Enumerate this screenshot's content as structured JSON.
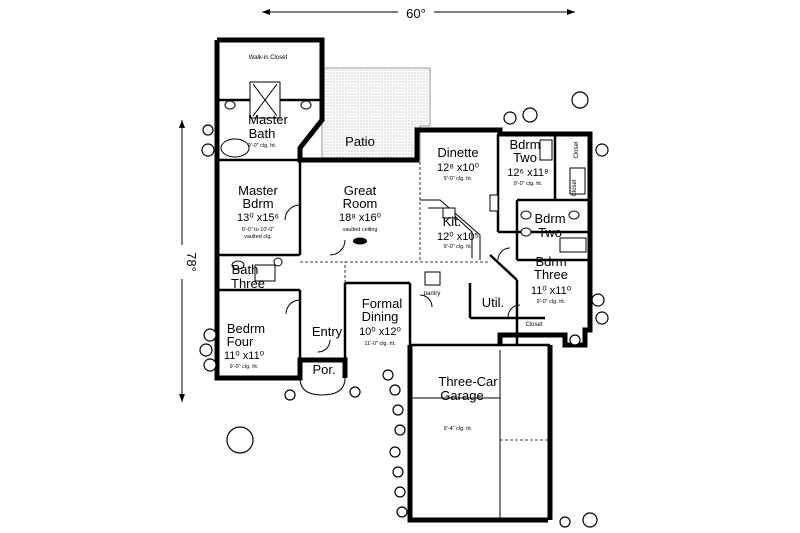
{
  "dimensions": {
    "width_label": "60°",
    "depth_label": "78°"
  },
  "rooms": {
    "walkin_closet": {
      "name": "Walk-in Closet"
    },
    "master_bath": {
      "name1": "Master",
      "name2": "Bath",
      "note": "9'-0\" clg. ht."
    },
    "patio": {
      "name": "Patio"
    },
    "dinette": {
      "name": "Dinette",
      "dims": "12⁸ x10⁰",
      "note": "9'-0\" clg. ht."
    },
    "bdrm_two": {
      "name1": "Bdrm",
      "name2": "Two",
      "dims": "12⁶ x11⁸",
      "note": "9'-0\" clg. ht."
    },
    "master_bdrm": {
      "name1": "Master",
      "name2": "Bdrm",
      "dims": "13⁰ x15⁶",
      "note1": "9'-0\" to 10'-0\"",
      "note2": "vaulted clg."
    },
    "great_room": {
      "name1": "Great",
      "name2": "Room",
      "dims": "18⁸ x16⁰",
      "note": "vaulted ceiling"
    },
    "kitchen": {
      "name": "Kit.",
      "dims": "12⁰ x10⁵",
      "note": "9'-0\" clg. ht."
    },
    "bath_two": {
      "name1": "Bdrm",
      "name2": "Two"
    },
    "bdrm_three": {
      "name1": "Bdrm",
      "name2": "Three",
      "dims": "11⁰ x11⁰",
      "note": "9'-0\" clg. ht."
    },
    "bath_three": {
      "name1": "Bath",
      "name2": "Three"
    },
    "formal_dining": {
      "name1": "Formal",
      "name2": "Dining",
      "dims": "10⁰ x12⁰",
      "note": "11'-0\" clg. ht."
    },
    "util": {
      "name": "Util."
    },
    "pantry": {
      "name": "pantry"
    },
    "bdrm_four": {
      "name1": "Bedrm",
      "name2": "Four",
      "dims": "11⁰ x11⁰",
      "note": "9'-0\" clg. ht."
    },
    "entry": {
      "name": "Entry"
    },
    "porch": {
      "name": "Por."
    },
    "garage": {
      "name1": "Three-Car",
      "name2": "Garage",
      "note": "9'-4\" clg. ht."
    },
    "closets": {
      "label": "Closet"
    }
  }
}
